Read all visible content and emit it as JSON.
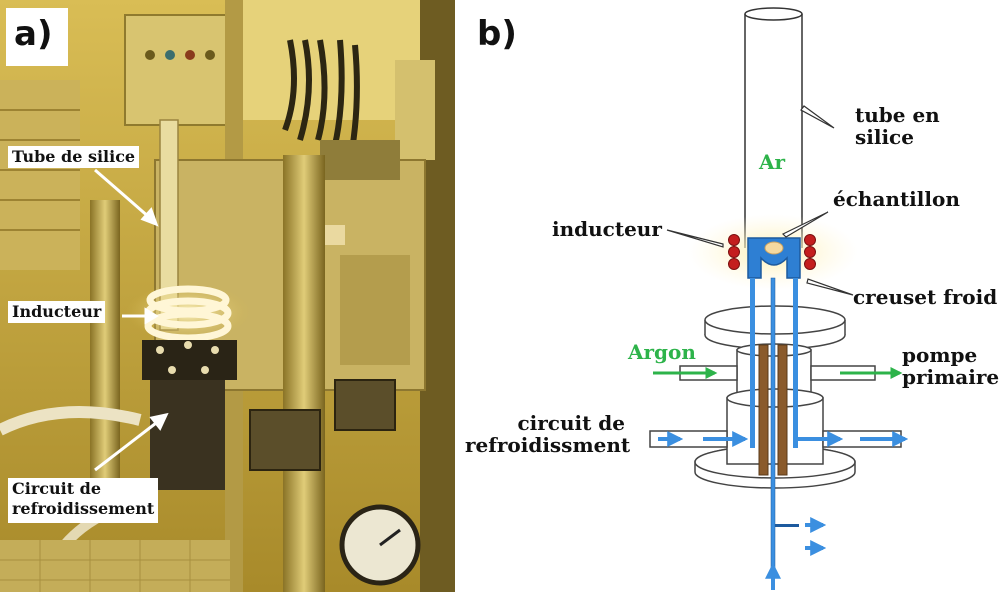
{
  "panel_a": {
    "letter": "a)",
    "labels": {
      "tube": "Tube de silice",
      "inducteur": "Inducteur",
      "circuit_line1": "Circuit de",
      "circuit_line2": "refroidissement"
    }
  },
  "panel_b": {
    "letter": "b)",
    "labels": {
      "tube_line1": "tube en",
      "tube_line2": "silice",
      "ar": "Ar",
      "echantillon": "échantillon",
      "inducteur": "inducteur",
      "creuset": "creuset froid",
      "argon": "Argon",
      "pompe_line1": "pompe",
      "pompe_line2": "primaire",
      "circuit_line1": "circuit de",
      "circuit_line2": "refroidissment"
    }
  },
  "colors": {
    "photo_tint": "#c7a93a",
    "gas_green": "#2db34a",
    "crucible_blue": "#2e7fd3",
    "flow_blue": "#3b8fe0",
    "coil_red": "#c41e1e",
    "copper_brown": "#8a5a2b"
  }
}
